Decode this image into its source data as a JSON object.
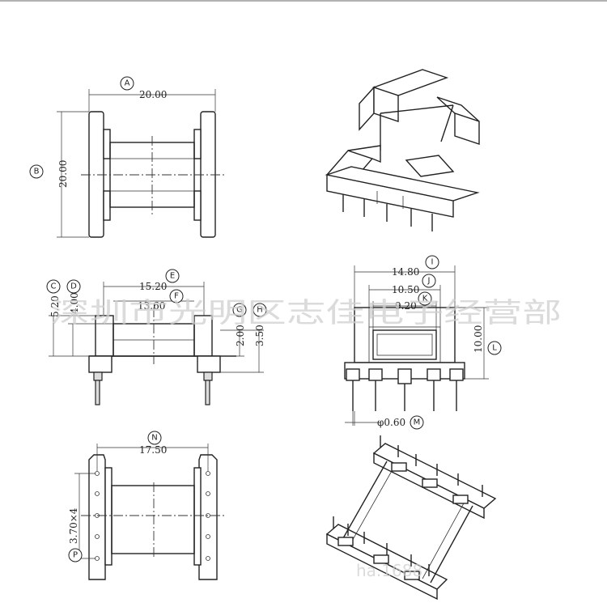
{
  "views": {
    "top": {
      "dim_width": "20.00",
      "dim_height": "20.00",
      "label_width": "A",
      "label_height": "B"
    },
    "front": {
      "dim_outer": "15.20",
      "dim_inner": "13.60",
      "dim_h1": "5.20",
      "dim_h2": "4.00",
      "dim_pin_a": "2.00",
      "dim_pin_b": "3.50",
      "label_outer": "E",
      "label_inner": "F",
      "label_h1": "C",
      "label_h2": "D",
      "label_pin_a": "G",
      "label_pin_b": "H"
    },
    "side": {
      "dim_total": "14.80",
      "dim_mid": "10.50",
      "dim_window": "9.20",
      "dim_height": "10.00",
      "dim_pin": "φ0.60",
      "label_total": "I",
      "label_mid": "J",
      "label_window": "K",
      "label_height": "L",
      "label_pin": "M"
    },
    "bottom": {
      "dim_width": "17.50",
      "dim_pitch": "3.70×4",
      "label_width": "N",
      "label_pitch": "P"
    }
  },
  "watermark": "深圳市光明区志佳电子经营部",
  "watermark_bottom": "ha.1688"
}
